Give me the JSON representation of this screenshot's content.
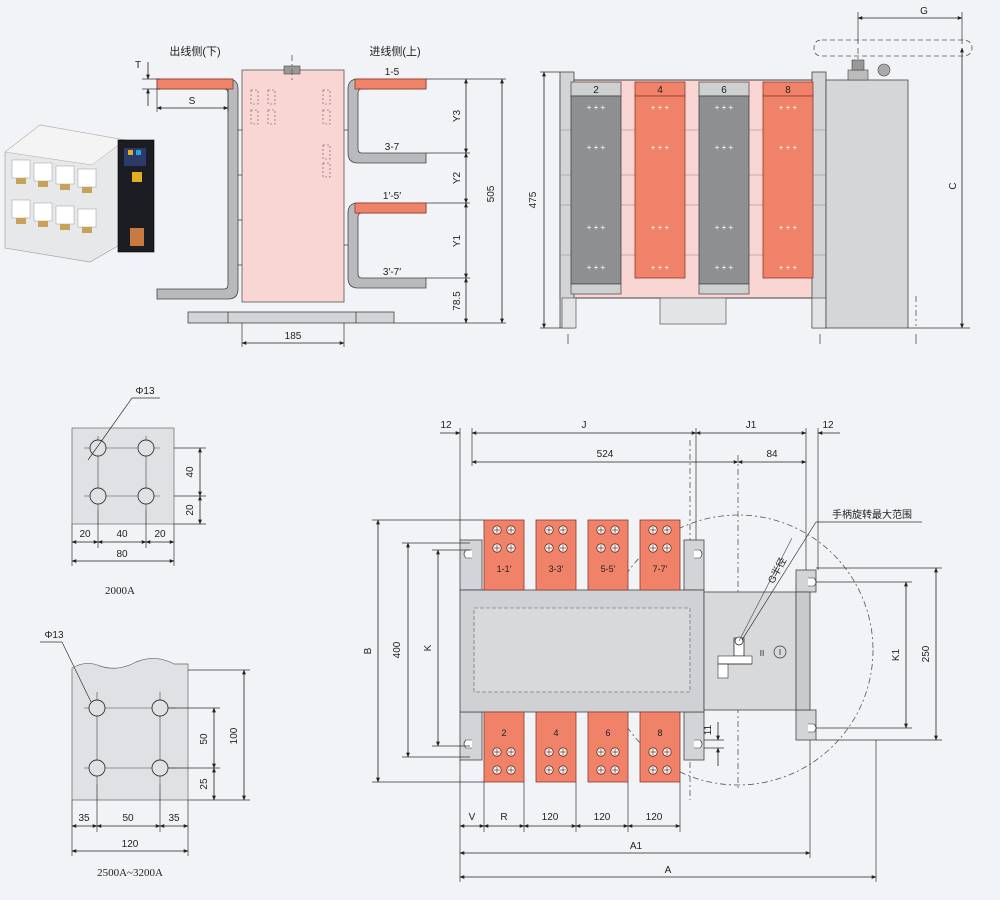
{
  "top_left": {
    "label_out_side": "出线侧(下)",
    "label_in_side": "进线侧(上)",
    "dim_T": "T",
    "dim_S": "S",
    "dim_Y3": "Y3",
    "dim_Y2": "Y2",
    "dim_Y1": "Y1",
    "dim_505": "505",
    "dim_785": "78.5",
    "dim_185": "185",
    "term_15": "1-5",
    "term_37": "3-7",
    "term_15p": "1′-5′",
    "term_37p": "3′-7′"
  },
  "top_right": {
    "dim_475": "475",
    "dim_G": "G",
    "dim_C": "C",
    "poles": [
      "2",
      "4",
      "6",
      "8"
    ]
  },
  "pattern_2000": {
    "phi": "Φ13",
    "d40v": "40",
    "d20v": "20",
    "d20a": "20",
    "d40h": "40",
    "d20b": "20",
    "d80": "80",
    "caption": "2000A"
  },
  "pattern_3200": {
    "phi": "Φ13",
    "d50v": "50",
    "d25v": "25",
    "d100": "100",
    "d35a": "35",
    "d50h": "50",
    "d35b": "35",
    "d120": "120",
    "caption": "2500A~3200A"
  },
  "bottom_right": {
    "d12a": "12",
    "dJ": "J",
    "dJ1": "J1",
    "d12b": "12",
    "d524": "524",
    "d84": "84",
    "handle_note": "手柄旋转最大范围",
    "g_radius": "G半径",
    "dB": "B",
    "d400": "400",
    "dK": "K",
    "dK1": "K1",
    "d250": "250",
    "d11": "11",
    "dV": "V",
    "dR": "R",
    "d120a": "120",
    "d120b": "120",
    "d120c": "120",
    "dA1": "A1",
    "dA": "A",
    "top_labels": [
      "1-1′",
      "3-3′",
      "5-5′",
      "7-7′"
    ],
    "bottom_labels": [
      "2",
      "4",
      "6",
      "8"
    ],
    "pos_II": "II",
    "pos_I": "I"
  }
}
